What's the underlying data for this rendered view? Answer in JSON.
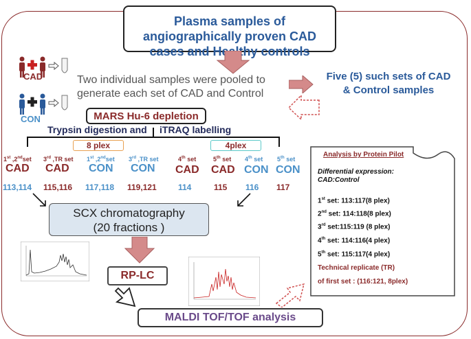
{
  "title": [
    "Plasma samples of",
    "angiographically proven CAD",
    "cases and Healthy controls"
  ],
  "pool_text": [
    "Two individual samples were pooled to",
    "generate each set of CAD and Control"
  ],
  "sets_text": [
    "Five (5) such sets of CAD",
    "& Control samples"
  ],
  "cad_label": "CAD",
  "con_label": "CON",
  "depletion": "MARS Hu-6 depletion",
  "digestion": "Trypsin digestion and",
  "labelling": "iTRAQ labelling",
  "plex8": "8 plex",
  "plex4": "4plex",
  "columns": [
    {
      "sup1": "st",
      "sup2": "nd",
      "set": "1st ,2ndset",
      "group": "CAD",
      "tags": "113,114",
      "color": "red"
    },
    {
      "set": "3rd ,TR set",
      "group": "CAD",
      "tags": "115,116",
      "color": "red"
    },
    {
      "set": "1st ,2ndset",
      "group": "CON",
      "tags": "117,118",
      "color": "blue"
    },
    {
      "set": "3rd ,TR set",
      "group": "CON",
      "tags": "119,121",
      "color": "blue"
    },
    {
      "set": "4th set",
      "group": "CAD",
      "tags": "114",
      "color": "red"
    },
    {
      "set": "5th set",
      "group": "CAD",
      "tags": "115",
      "color": "red"
    },
    {
      "set": "4th set",
      "group": "CON",
      "tags": "116",
      "color": "blue"
    },
    {
      "set": "5th set",
      "group": "CON",
      "tags": "117",
      "color": "blue"
    }
  ],
  "scx": [
    "SCX chromatography",
    "(20 fractions )"
  ],
  "rplc": "RP-LC",
  "maldi": "MALDI TOF/TOF analysis",
  "analysis": {
    "title": "Analysis by Protein Pilot",
    "diff": [
      "Differential expression:",
      "CAD:Control"
    ],
    "lines": [
      "1st set: 113:117(8 plex)",
      "2nd set: 114:118(8 plex)",
      "3rd set:115:119 (8 plex)",
      "4th set: 114:116(4 plex)",
      "5th set: 115:117(4 plex)",
      "Technical replicate (TR)",
      "of first set : (116:121, 8plex)"
    ]
  },
  "colors": {
    "red": "#8a2a2a",
    "blue": "#4a90c8",
    "navy": "#2a5a9a",
    "arrow": "#d48a8a"
  }
}
